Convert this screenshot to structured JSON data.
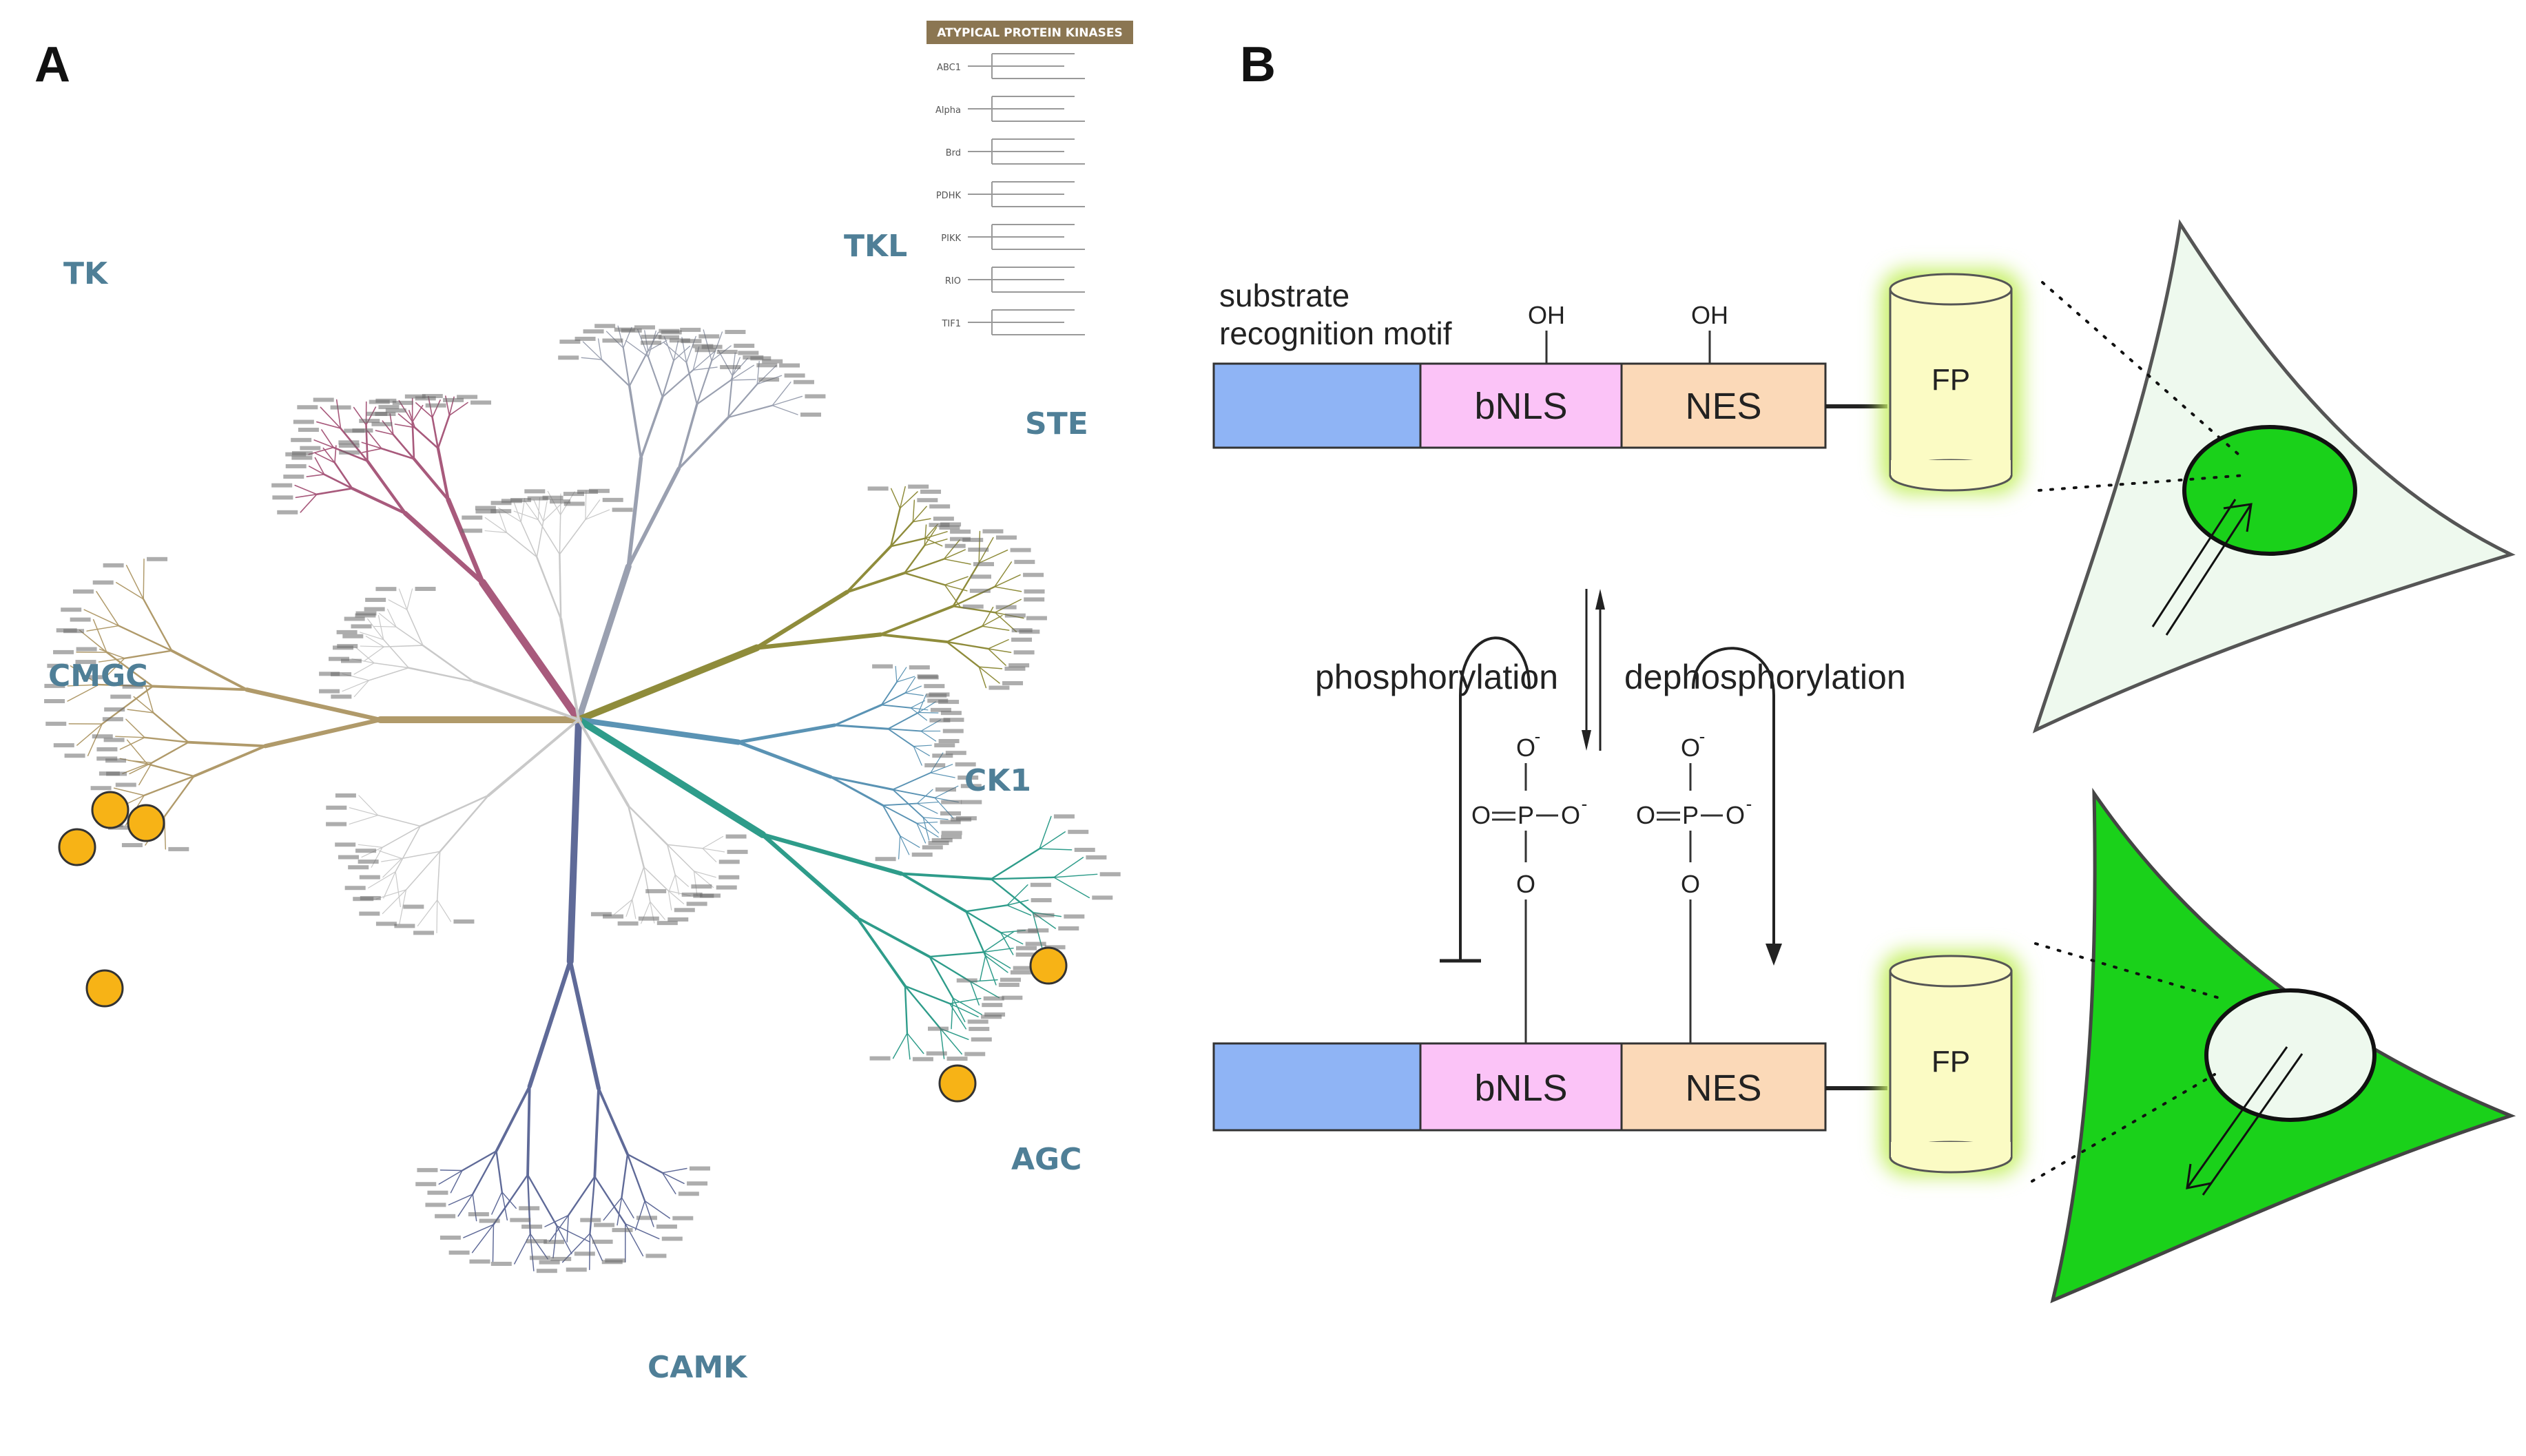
{
  "panel_a": {
    "letter": "A",
    "groups": [
      {
        "name": "TK",
        "color": "#a85a7c"
      },
      {
        "name": "TKL",
        "color": "#9aa0b0"
      },
      {
        "name": "STE",
        "color": "#8f8c3b"
      },
      {
        "name": "CK1",
        "color": "#5a93b4"
      },
      {
        "name": "AGC",
        "color": "#2e9c8a"
      },
      {
        "name": "CAMK",
        "color": "#5f6a98"
      },
      {
        "name": "CMGC",
        "color": "#b09a6a"
      }
    ],
    "atypical_box": {
      "title": "ATYPICAL PROTEIN KINASES",
      "families": [
        "ABC1",
        "Alpha",
        "Brd",
        "PDHK",
        "PIKK",
        "RIO",
        "TIF1"
      ]
    },
    "highlight_color": "#f7b316"
  },
  "panel_b": {
    "letter": "B",
    "substrate_label_line1": "substrate",
    "substrate_label_line2": "recognition motif",
    "oh1": "OH",
    "oh2": "OH",
    "bnls": "bNLS",
    "nes": "NES",
    "fp_top": "FP",
    "fp_bottom": "FP",
    "phosphorylation": "phosphorylation",
    "dephosphorylation": "dephosphorylation",
    "phosphate1": {
      "o_top": "O",
      "minus_top": "-",
      "o_left": "O",
      "p": "P",
      "o_right": "O",
      "minus_right": "-",
      "o_bottom": "O"
    },
    "phosphate2": {
      "o_top": "O",
      "minus_top": "-",
      "o_left": "O",
      "p": "P",
      "o_right": "O",
      "minus_right": "-",
      "o_bottom": "O"
    },
    "colors": {
      "motif_box": "#8fb4f5",
      "bnls_box": "#fbc3f7",
      "nes_box": "#fbd9b8",
      "fp_fill": "#fbfbc4",
      "fp_glow": "#c8f06a",
      "cell_light": "#eef9ee",
      "cell_green": "#1ad11a",
      "nucleus_green": "#1ad11a",
      "nucleus_light": "#eef9ee"
    }
  }
}
